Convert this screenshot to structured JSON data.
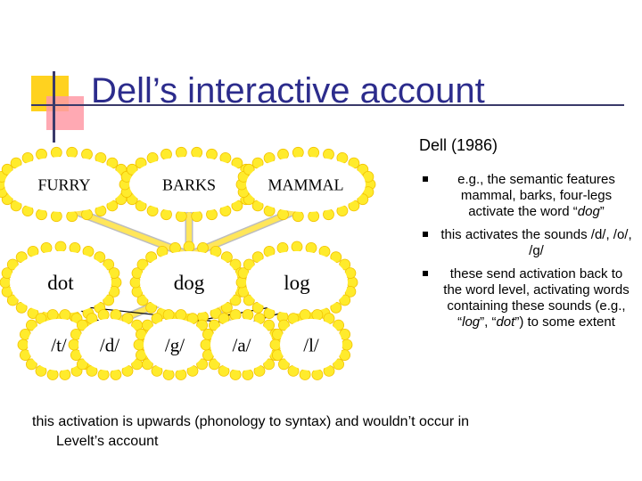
{
  "slide": {
    "title": "Dell’s interactive account",
    "citation": "Dell (1986)",
    "bottom_text_line1": "this activation is upwards (phonology to syntax) and wouldn’t occur in",
    "bottom_text_line2": "Levelt’s account"
  },
  "colors": {
    "title": "#2c2c8c",
    "node": "#ffeb2c",
    "node_outline": "#f2c200",
    "link": "#ffe65a",
    "link_outline": "#bdbdbd"
  },
  "diagram": {
    "semantic_nodes": [
      "FURRY",
      "BARKS",
      "MAMMAL"
    ],
    "word_nodes": [
      "dot",
      "dog",
      "log"
    ],
    "phoneme_nodes": [
      "/t/",
      "/d/",
      "/g/",
      "/a/",
      "/l/"
    ]
  },
  "bullets": [
    {
      "lead": "e.g., the semantic features mammal, barks, four-legs activate the word “",
      "italic": "dog",
      "tail": "”"
    },
    {
      "lead": "this activates the sounds /d/, /o/, /g/",
      "italic": "",
      "tail": ""
    },
    {
      "lead": "these send activation back to the word level, activating words containing these sounds (e.g., “",
      "italic": "log",
      "tail": "”, “",
      "italic2": "dot",
      "tail2": "”) to some extent"
    }
  ]
}
